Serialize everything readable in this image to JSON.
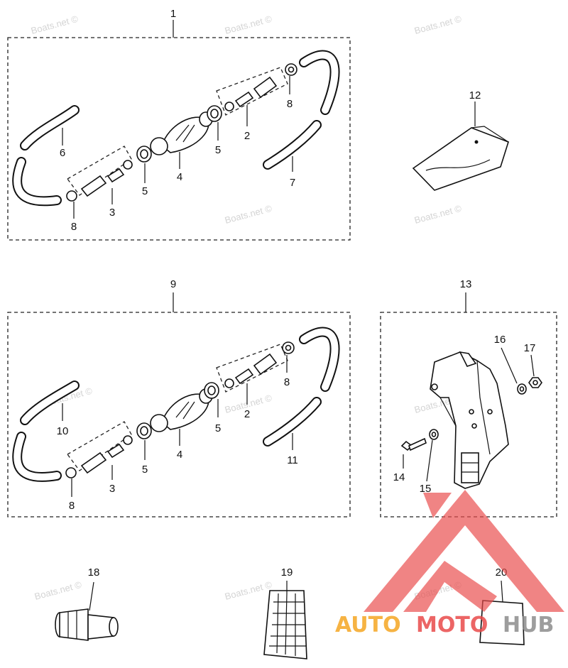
{
  "watermark": "Boats.net ©",
  "logo": {
    "auto": "AUTO",
    "moto": "MOTO",
    "hub": "HUB",
    "color_red": "#e94b4b",
    "color_orange": "#f5a623",
    "color_gray": "#8c8c8c"
  },
  "labels": {
    "l1": "1",
    "l2": "2",
    "l3": "3",
    "l4": "4",
    "l5": "5",
    "l6": "6",
    "l7": "7",
    "l8": "8",
    "l9": "9",
    "l10": "10",
    "l11": "11",
    "l12": "12",
    "l13": "13",
    "l14": "14",
    "l15": "15",
    "l16": "16",
    "l17": "17",
    "l18": "18",
    "l19": "19",
    "l20": "20"
  }
}
